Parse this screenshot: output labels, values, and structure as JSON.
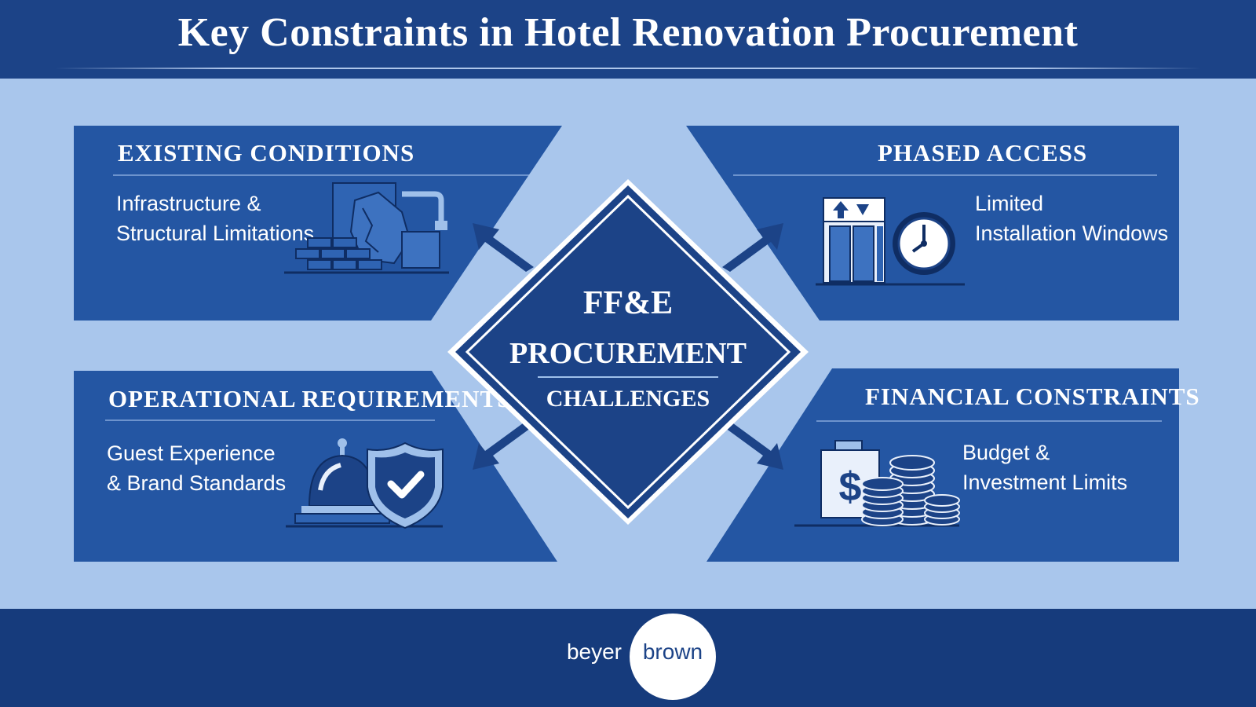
{
  "title": "Key Constraints in Hotel Renovation Procurement",
  "center": {
    "line1": "FF&E",
    "line2": "PROCUREMENT",
    "line3": "CHALLENGES"
  },
  "panels": {
    "existing": {
      "title": "EXISTING CONDITIONS",
      "line1": "Infrastructure &",
      "line2": "Structural Limitations",
      "icon": "broken-wall-pipe-icon"
    },
    "phased": {
      "title": "PHASED ACCESS",
      "line1": "Limited",
      "line2": "Installation Windows",
      "icon": "elevator-clock-icon"
    },
    "operational": {
      "title": "OPERATIONAL REQUIREMENTS",
      "line1": "Guest Experience",
      "line2": "& Brand Standards",
      "icon": "service-bell-shield-icon"
    },
    "financial": {
      "title": "FINANCIAL CONSTRAINTS",
      "line1": "Budget &",
      "line2": "Investment Limits",
      "icon": "money-bag-coins-icon"
    }
  },
  "logo": {
    "left": "beyer",
    "right": "brown"
  },
  "colors": {
    "header": "#1c4387",
    "background": "#a9c6ec",
    "panel": "#2456a3",
    "diamond": "#1c4387"
  }
}
